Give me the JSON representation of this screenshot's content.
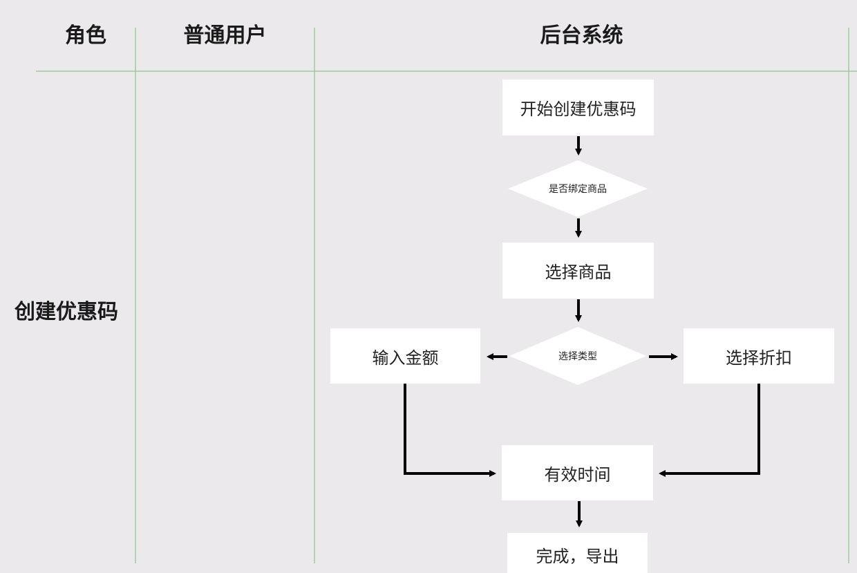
{
  "headers": {
    "role": "角色",
    "user": "普通用户",
    "system": "后台系统"
  },
  "row_label": "创建优惠码",
  "nodes": {
    "start": "开始创建优惠码",
    "bind_decision": "是否绑定商品",
    "select_product": "选择商品",
    "type_decision": "选择类型",
    "input_amount": "输入金额",
    "select_discount": "选择折扣",
    "valid_time": "有效时间",
    "finish": "完成，导出"
  },
  "colors": {
    "background": "#ebe9ec",
    "lane_line": "#9ccc9a",
    "node_fill": "#ffffff",
    "arrow": "#000000"
  }
}
